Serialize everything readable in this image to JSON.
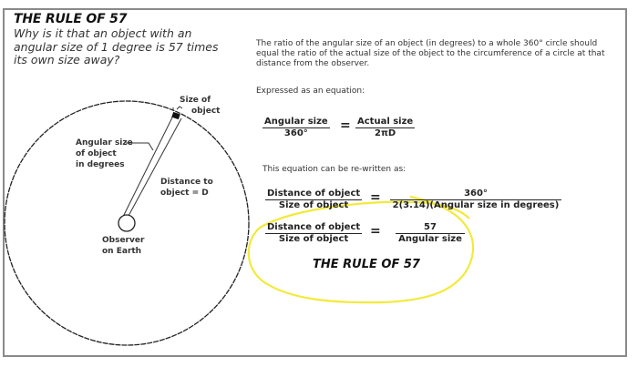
{
  "header": {
    "title": "THE RULE OF 57",
    "question": "Why is it that an object with an angular size of 1 degree is 57 times its own size away?"
  },
  "explanation": {
    "paragraph": "The ratio of the angular size of an object (in degrees) to a whole 360° circle should equal the ratio of the actual size of the object to the circumference of a circle at that distance from the observer.",
    "expressed_label": "Expressed as an equation:",
    "rewrite_label": "This equation can be re-written as:"
  },
  "equations": {
    "eq1": {
      "left_num": "Angular size",
      "left_den": "360°",
      "equals": "=",
      "right_num": "Actual size",
      "right_den": "2πD"
    },
    "eq2": {
      "left_num": "Distance of object",
      "left_den": "Size of object",
      "equals": "=",
      "right_num": "360°",
      "right_den": "2(3.14)(Angular size in degrees)"
    },
    "eq3": {
      "left_num": "Distance of object",
      "left_den": "Size of object",
      "equals": "=",
      "right_num": "57",
      "right_den": "Angular size"
    }
  },
  "rule_label": "THE RULE OF 57",
  "diagram": {
    "size_of_object": "Size of\nobject",
    "size_of": "Size of",
    "object": "object",
    "angular_size_line1": "Angular size",
    "angular_size_line2": "of object",
    "angular_size_line3": "in degrees",
    "distance_line1": "Distance to",
    "distance_line2": "object = D",
    "observer_line1": "Observer",
    "observer_line2": "on Earth"
  },
  "colors": {
    "highlight": "#f2ea3a",
    "frame": "#8a8a8a",
    "ink": "#1a1a1a"
  }
}
